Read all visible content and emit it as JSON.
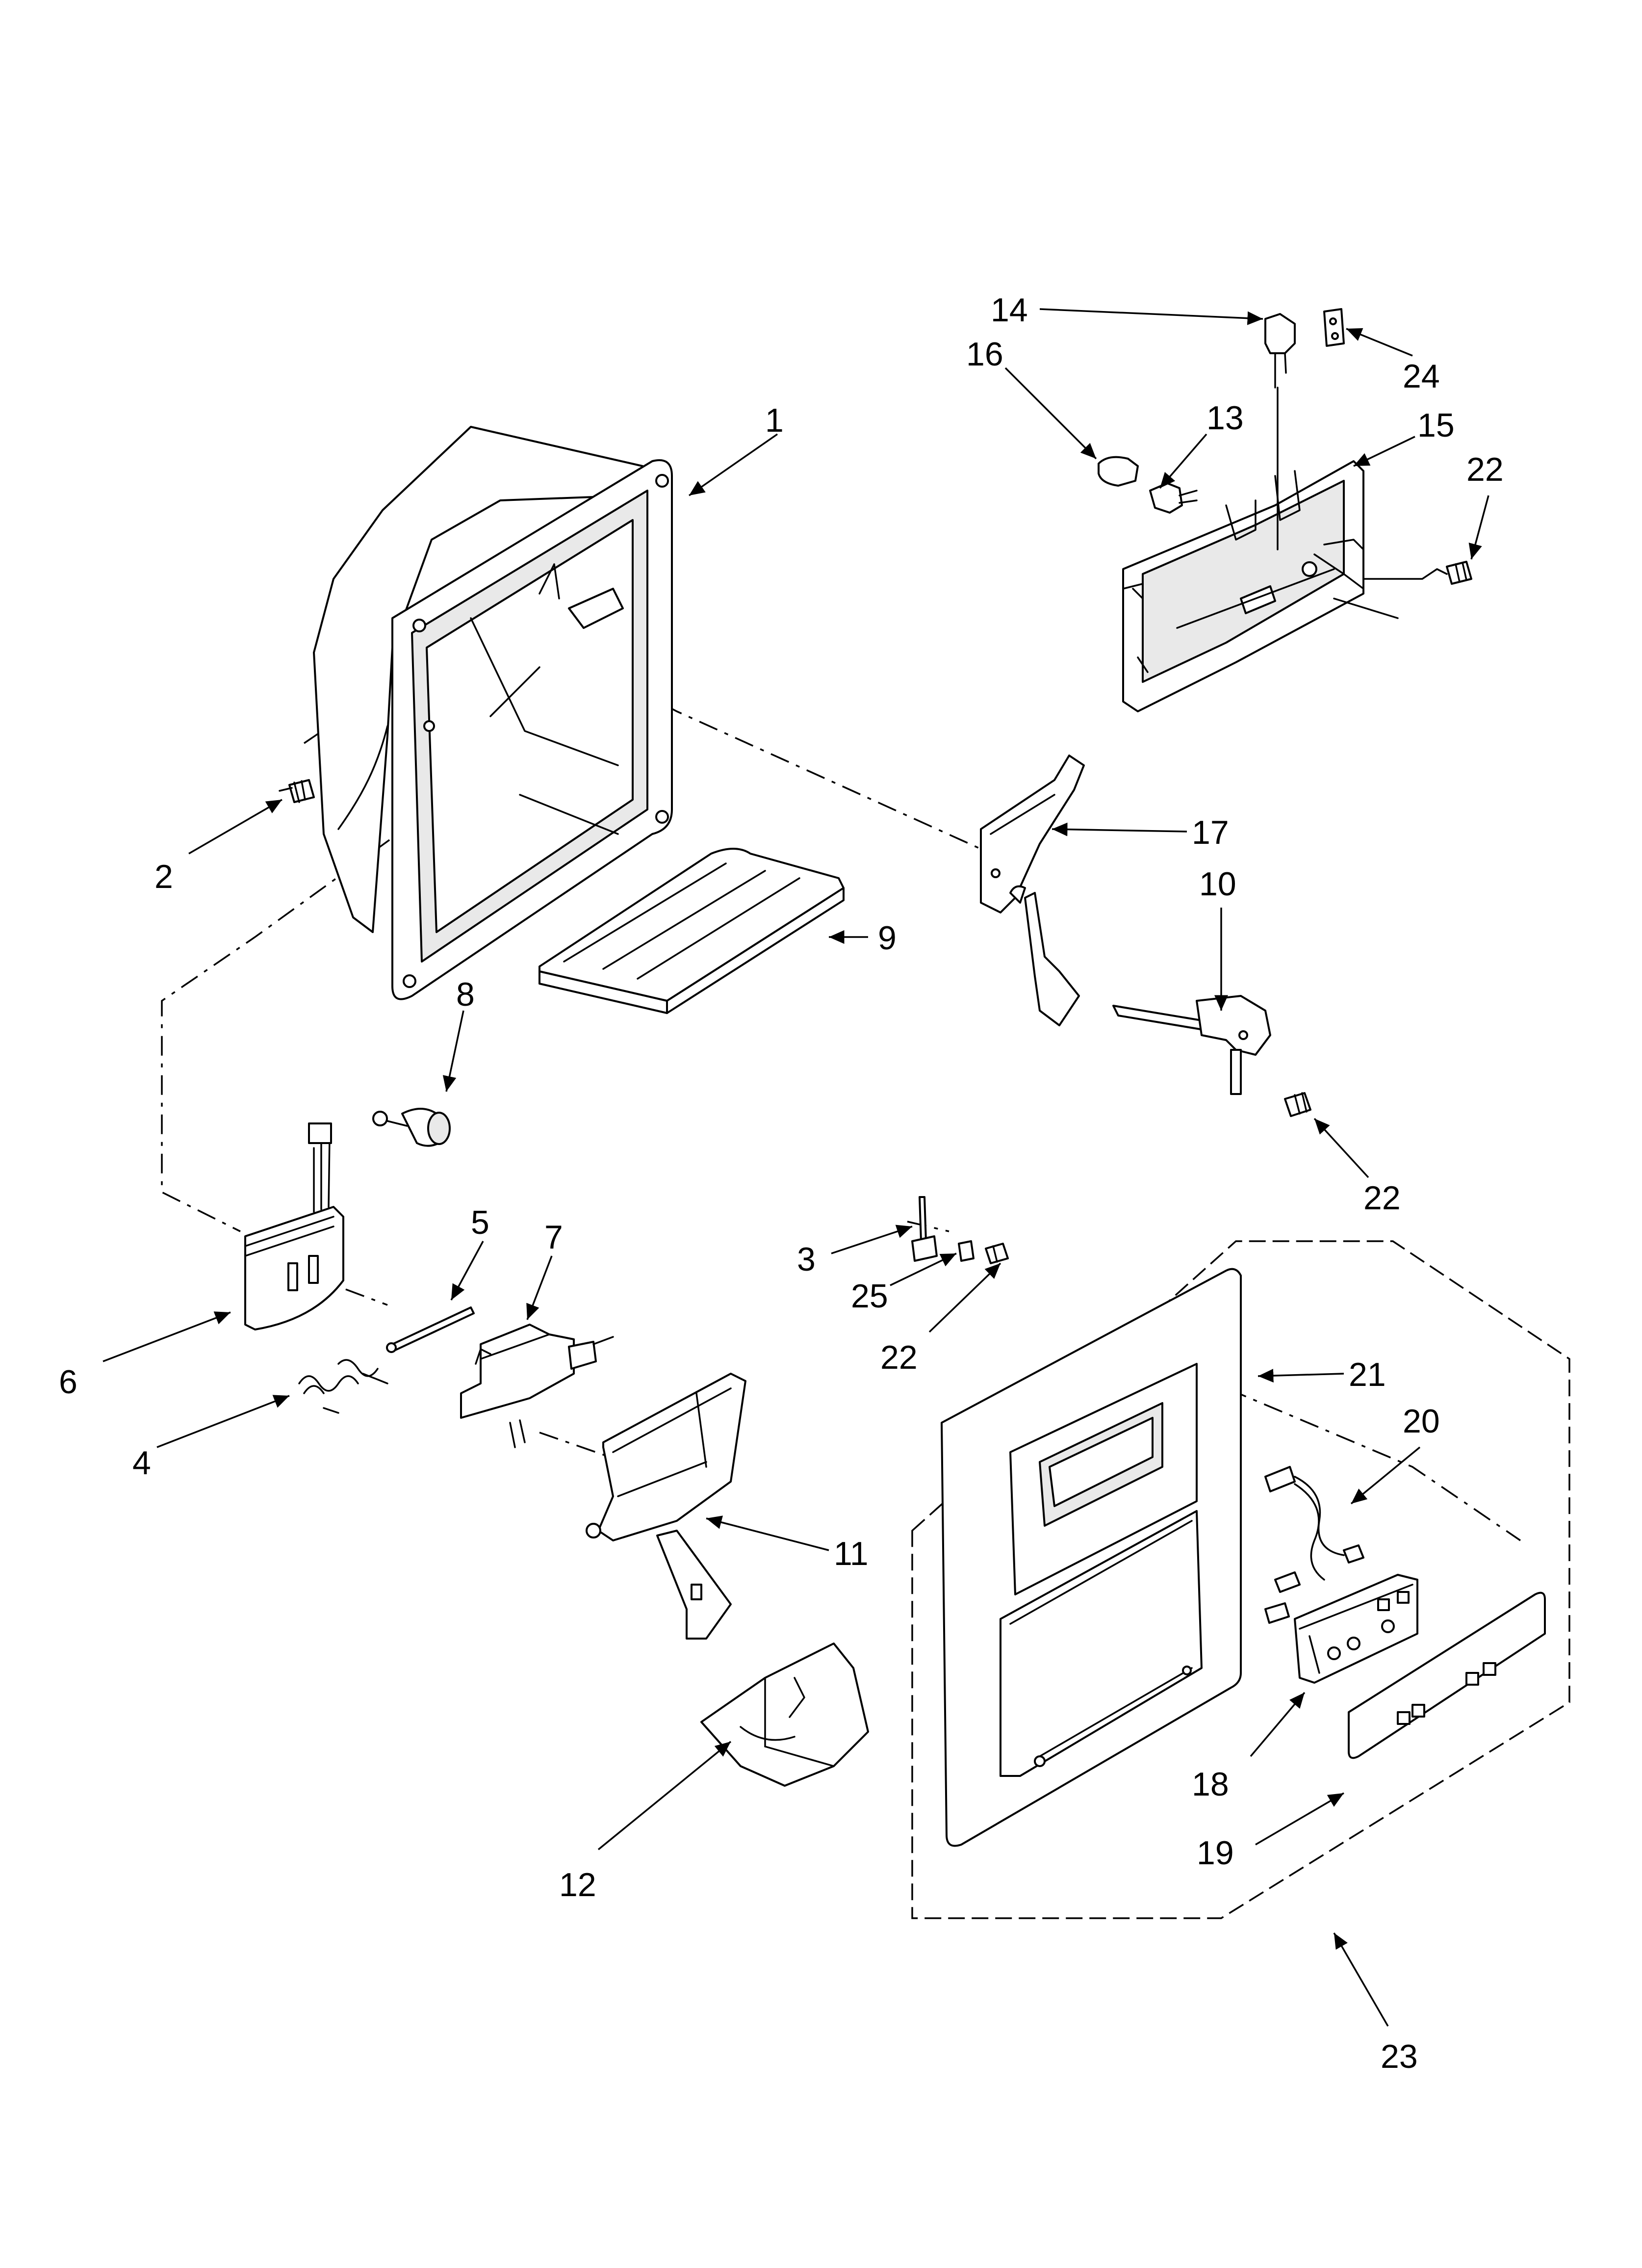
{
  "labels": {
    "p1": "1",
    "p2": "2",
    "p3": "3",
    "p4": "4",
    "p5": "5",
    "p6": "6",
    "p7": "7",
    "p8": "8",
    "p9": "9",
    "p10": "10",
    "p11": "11",
    "p12": "12",
    "p13": "13",
    "p14": "14",
    "p15": "15",
    "p16": "16",
    "p17": "17",
    "p18": "18",
    "p19": "19",
    "p20": "20",
    "p21": "21",
    "p22a": "22",
    "p22b": "22",
    "p22c": "22",
    "p23": "23",
    "p24": "24",
    "p25": "25"
  }
}
